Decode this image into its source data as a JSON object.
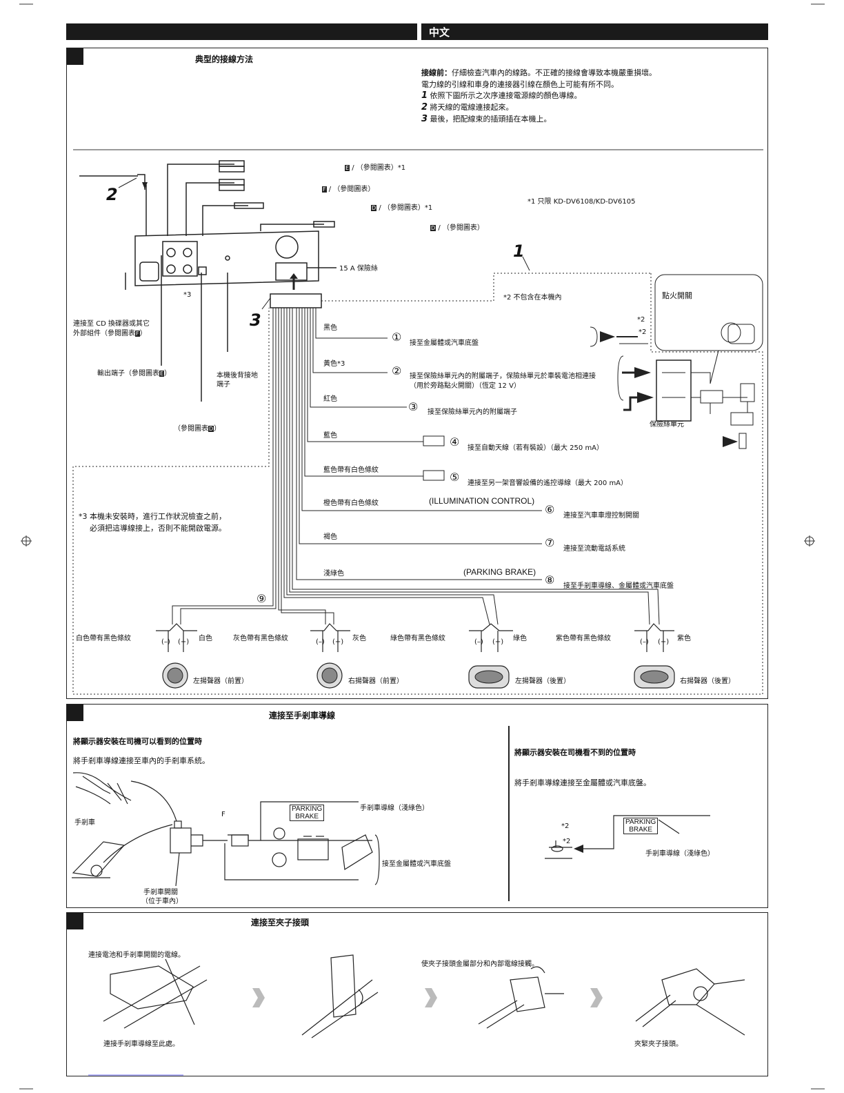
{
  "header": {
    "lang_label": "中文"
  },
  "section1": {
    "title": "典型的接線方法",
    "intro_bold": "接線前：",
    "intro_text": "仔細檢查汽車內的線路。不正確的接線會導致本機嚴重損壞。",
    "intro_line2": "電力線的引線和車身的連接器引線在顏色上可能有所不同。",
    "steps": [
      {
        "n": "1",
        "text": "依照下圖所示之次序連接電源線的顏色導線。"
      },
      {
        "n": "2",
        "text": "將天線的電線連接起來。"
      },
      {
        "n": "3",
        "text": "最後，把配線束的插頭插在本機上。"
      }
    ],
    "refs": [
      {
        "letter": "E",
        "text": " / （參閱圖表",
        "suffix": "）*1"
      },
      {
        "letter": "F",
        "text": " / （參閱圖表",
        "suffix": "）"
      },
      {
        "letter": "D",
        "text": " / （參閱圖表",
        "suffix": "）*1"
      },
      {
        "letter": "D",
        "text": " / （參閱圖表",
        "suffix": "）"
      }
    ],
    "note1": "*1  只限 KD-DV6108/KD-DV6105",
    "fuse": "15 A 保險絲",
    "not_included": "*2  不包含在本機內",
    "ignition": "點火開關",
    "fuse_block": "保險絲單元",
    "star3": "*3",
    "step_nums": [
      "1",
      "2",
      "3"
    ],
    "cd_changer_line1": "連接至 CD 換碟器或其它",
    "cd_changer_line2": "外部組件（參閱圖表",
    "cd_changer_end": "）",
    "output_terminal": "輸出端子（參閱圖表",
    "rear_ground_1": "本機後背接地",
    "rear_ground_2": "端子",
    "ref_d": "（參閱圖表",
    "note3_line1": "*3  本機未安裝時，進行工作狀況檢查之前，",
    "note3_line2": "必須把這導線接上，否則不能開啟電源。",
    "wires": [
      {
        "color": "黑色",
        "num": "①",
        "desc": "接至金屬體或汽車底盤"
      },
      {
        "color": "黃色*3",
        "num": "②",
        "desc": "接至保險絲單元內的附屬端子，保險絲單元於車裝電池相連接",
        "desc2": "（用於旁路點火開關）（恆定  12 V）"
      },
      {
        "color": "紅色",
        "num": "③",
        "desc": "接至保險絲單元內的附屬端子"
      },
      {
        "color": "藍色",
        "num": "④",
        "desc": "接至自動天線（若有裝設）（最大  250 mA）"
      },
      {
        "color": "藍色帶有白色條紋",
        "num": "⑤",
        "desc": "連接至另一架音響設備的遙控導線（最大  200 mA）"
      },
      {
        "color": "橙色帶有白色條紋",
        "num": "⑥",
        "label": "(ILLUMINATION CONTROL)",
        "desc": "連接至汽車車燈控制開關"
      },
      {
        "color": "褐色",
        "num": "⑦",
        "desc": "連接至流動電話系統"
      },
      {
        "color": "淺綠色",
        "num": "⑧",
        "label": "(PARKING BRAKE)",
        "desc": "接至手剎車導線、金屬體或汽車底盤"
      }
    ],
    "wire9": "⑨",
    "speakers": [
      {
        "neg": "白色帶有黑色條紋",
        "pos": "白色",
        "name": "左揚聲器（前置）"
      },
      {
        "neg": "灰色帶有黑色條紋",
        "pos": "灰色",
        "name": "右揚聲器（前置）"
      },
      {
        "neg": "綠色帶有黑色條紋",
        "pos": "綠色",
        "name": "左揚聲器（後置）"
      },
      {
        "neg": "紫色帶有黑色條紋",
        "pos": "紫色",
        "name": "右揚聲器（後置）"
      }
    ],
    "polarity_neg": "(–)",
    "polarity_pos": "(+)",
    "star2": "*2"
  },
  "section2": {
    "title": "連接至手剎車導線",
    "left_heading": "將顯示器安裝在司機可以看到的位置時",
    "left_text": "將手剎車導線連接至車內的手剎車系統。",
    "parking_brake": "手剎車",
    "pb_label_1": "PARKING",
    "pb_label_2": "BRAKE",
    "pb_wire": "手剎車導線（淺綠色）",
    "ground": "接至金屬體或汽車底盤",
    "switch_1": "手剎車開關",
    "switch_2": "（位于車內）",
    "f_marker": "F",
    "right_heading": "將顯示器安裝在司機看不到的位置時",
    "right_text": "將手剎車導線連接至金屬體或汽車底盤。",
    "right_wire": "手剎車導線（淺綠色）"
  },
  "section3": {
    "title": "連接至夾子接頭",
    "step1": "連接電池和手剎車開關的電線。",
    "step1b": "連接手剎車導線至此處。",
    "step2": "使夾子接頭金屬部分和內部電線接觸。",
    "step4": "夾緊夾子接頭。"
  }
}
